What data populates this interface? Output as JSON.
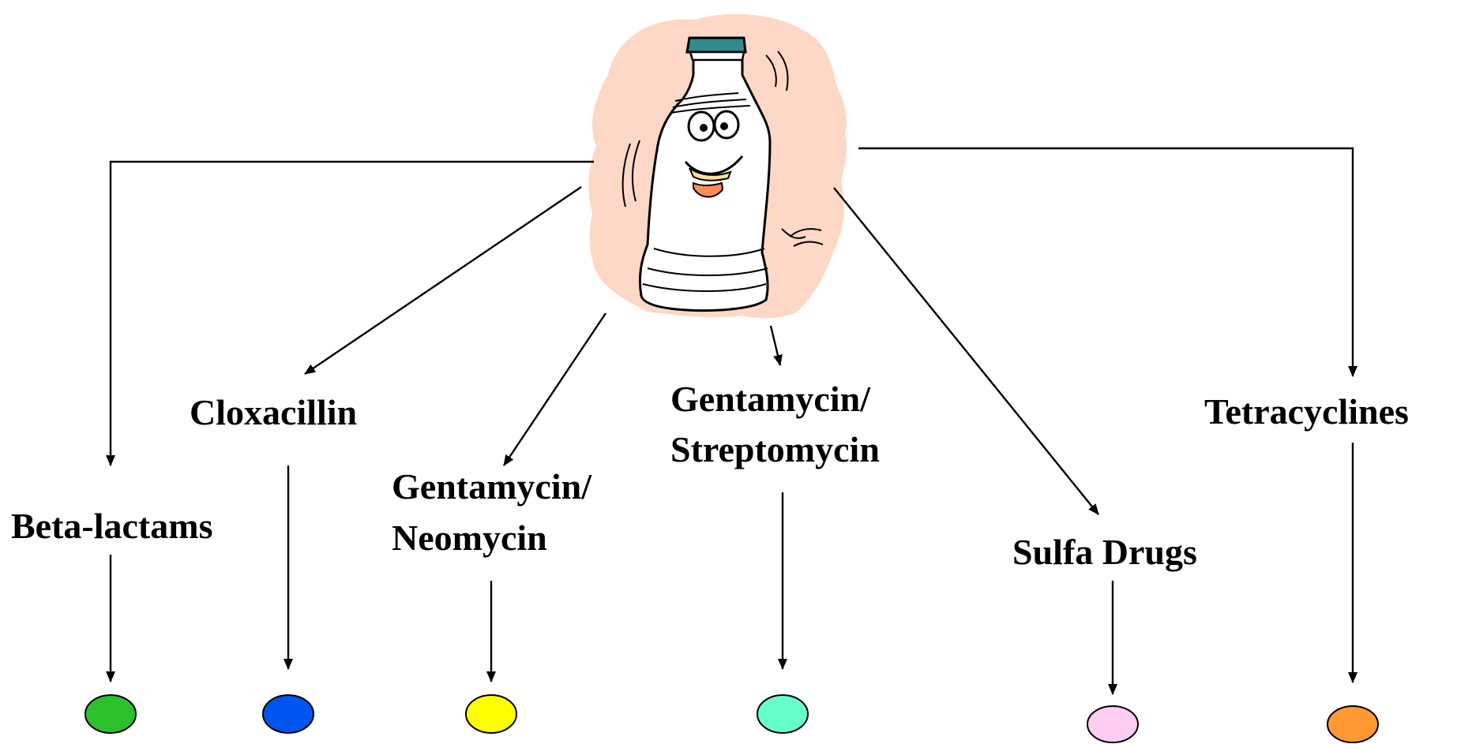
{
  "diagram": {
    "drugs": [
      {
        "label": "Beta-lactams",
        "color": "#2dc02d"
      },
      {
        "label": "Cloxacillin",
        "color": "#0055ee"
      },
      {
        "label_line1": "Gentamycin/",
        "label_line2": "Neomycin",
        "color": "#ffff00"
      },
      {
        "label_line1": "Gentamycin/",
        "label_line2": "Streptomycin",
        "color": "#66ffcc"
      },
      {
        "label": "Sulfa Drugs",
        "color": "#ffccf2"
      },
      {
        "label": "Tetracyclines",
        "color": "#ff9933"
      }
    ],
    "colors": {
      "bottle_background": "#fdd8c6",
      "bottle_cap": "#2e8b8b",
      "bottle_body": "#ffffff",
      "teeth": "#ffe0a0",
      "tongue": "#ff8c5a"
    },
    "icons": {
      "center": "smiling-bottle-icon"
    }
  }
}
